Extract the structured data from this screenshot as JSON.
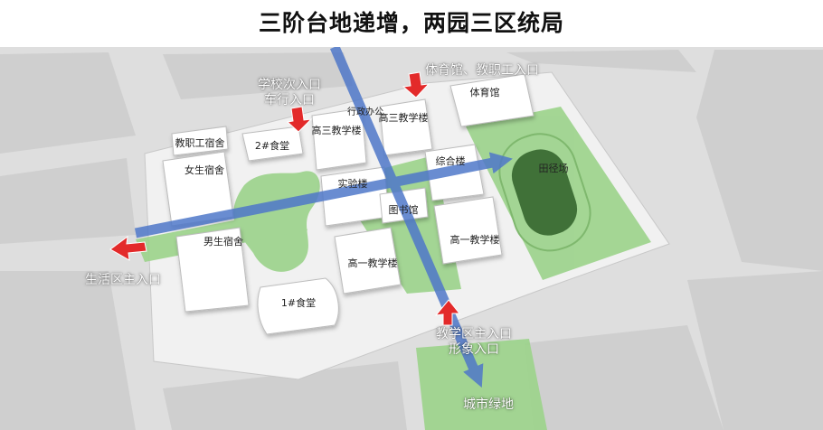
{
  "title": "三阶台地递增，两园三区统局",
  "buildings": {
    "gym": "体育馆",
    "track": "田径场",
    "staff_dorm": "教职工宿舍",
    "canteen2": "2#食堂",
    "senior3_a": "高三教学楼",
    "senior3_b": "高三教学楼",
    "admin": "行政办公",
    "female_dorm": "女生宿舍",
    "lab": "实验楼",
    "complex": "综合楼",
    "library": "图书馆",
    "male_dorm": "男生宿舍",
    "senior1_a": "高一教学楼",
    "senior1_b": "高一教学楼",
    "canteen1": "1#食堂",
    "city_green": "城市绿地"
  },
  "entrances": {
    "school_secondary_1": "学校次入口",
    "school_secondary_2": "车行入口",
    "gym_entrance": "体育馆、教职工入口",
    "life_main": "生活区主入口",
    "teaching_main_1": "教学区主入口",
    "teaching_main_2": "形象入口"
  },
  "colors": {
    "green_zone": "#9bd38a",
    "axis_arrow": "#4f78c9",
    "entrance_arrow": "#e32a2a",
    "ground": "#dedede",
    "site": "#f3f3f3",
    "building": "#ffffff"
  }
}
